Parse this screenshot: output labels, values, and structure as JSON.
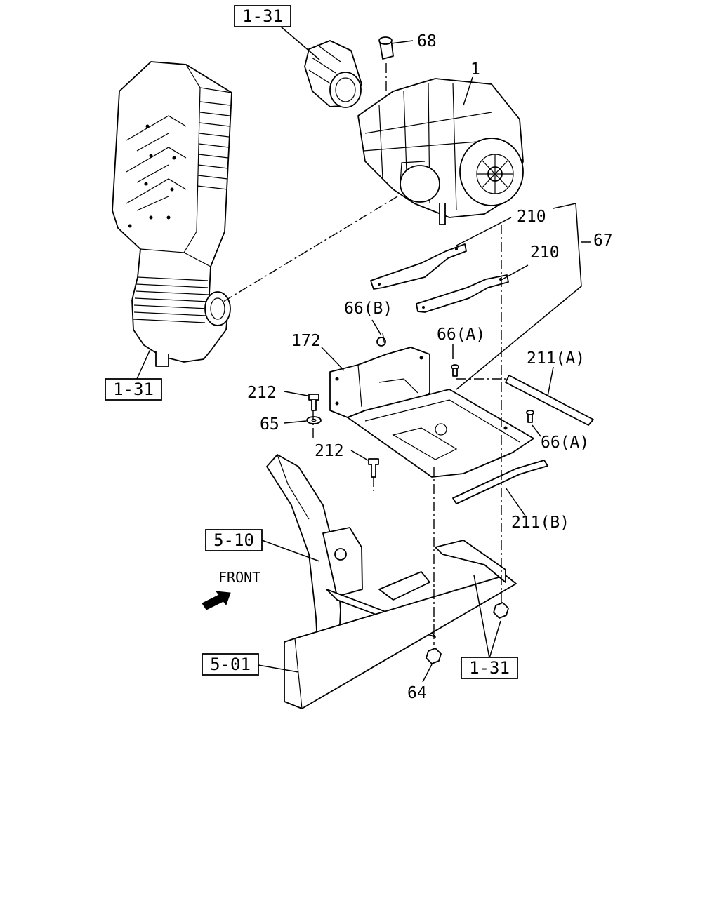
{
  "labels": {
    "p68": "68",
    "p1": "1",
    "p210a": "210",
    "p210b": "210",
    "p67": "67",
    "p66b": "66(B)",
    "p66a1": "66(A)",
    "p172": "172",
    "p211a": "211(A)",
    "p212a": "212",
    "p65": "65",
    "p66a2": "66(A)",
    "p212b": "212",
    "p211b": "211(B)",
    "p64": "64"
  },
  "refs": {
    "r131_top": "1-31",
    "r131_left": "1-31",
    "r510": "5-10",
    "r501": "5-01",
    "r131_bottom": "1-31"
  },
  "front_label": "FRONT"
}
